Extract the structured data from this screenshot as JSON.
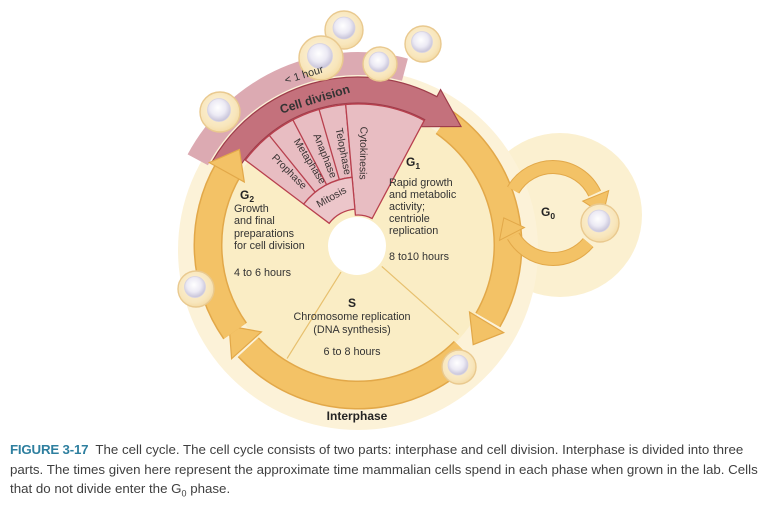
{
  "caption": {
    "label": "FIGURE 3-17",
    "text1": "The cell cycle. The cell cycle consists of two parts: interphase and cell division. Interphase is divided into three parts. The times given here represent the approximate time mammalian cells spend in each phase when grown in the lab. Cells that do not divide enter the G",
    "sub": "0",
    "text2": " phase."
  },
  "diagram": {
    "interphase_label": "Interphase",
    "cell_division": {
      "label": "Cell division",
      "duration": "< 1 hour"
    },
    "mitosis_label": "Mitosis",
    "phases": [
      "Prophase",
      "Metaphase",
      "Anaphase",
      "Telophase",
      "Cytokinesis"
    ],
    "g1": {
      "symbol": "G",
      "sub": "1",
      "lines": [
        "Rapid growth",
        "and metabolic",
        "activity;",
        "centriole",
        "replication"
      ],
      "duration": "8 to10 hours"
    },
    "s": {
      "symbol": "S",
      "lines": [
        "Chromosome replication",
        "(DNA synthesis)"
      ],
      "duration": "6 to 8 hours"
    },
    "g2": {
      "symbol": "G",
      "sub": "2",
      "lines": [
        "Growth",
        "and final",
        "preparations",
        "for cell division"
      ],
      "duration": "4 to 6 hours"
    },
    "g0": {
      "symbol": "G",
      "sub": "0"
    },
    "colors": {
      "outer_circle": "#FCF2D8",
      "inner_disk": "#FAEDC5",
      "g0_circle": "#FBF0D0",
      "arrow_gold": "#F3C266",
      "arrow_gold_edge": "#E2A849",
      "division_band": "#C4717C",
      "division_band_edge": "#9E3D4B",
      "hour_band": "#DCAAB2",
      "phase_wedge": "#E8BDC2",
      "mitosis_band": "#ECC6CA",
      "wedge_line": "#B8404E",
      "caption_label": "#2E7F9F"
    }
  }
}
